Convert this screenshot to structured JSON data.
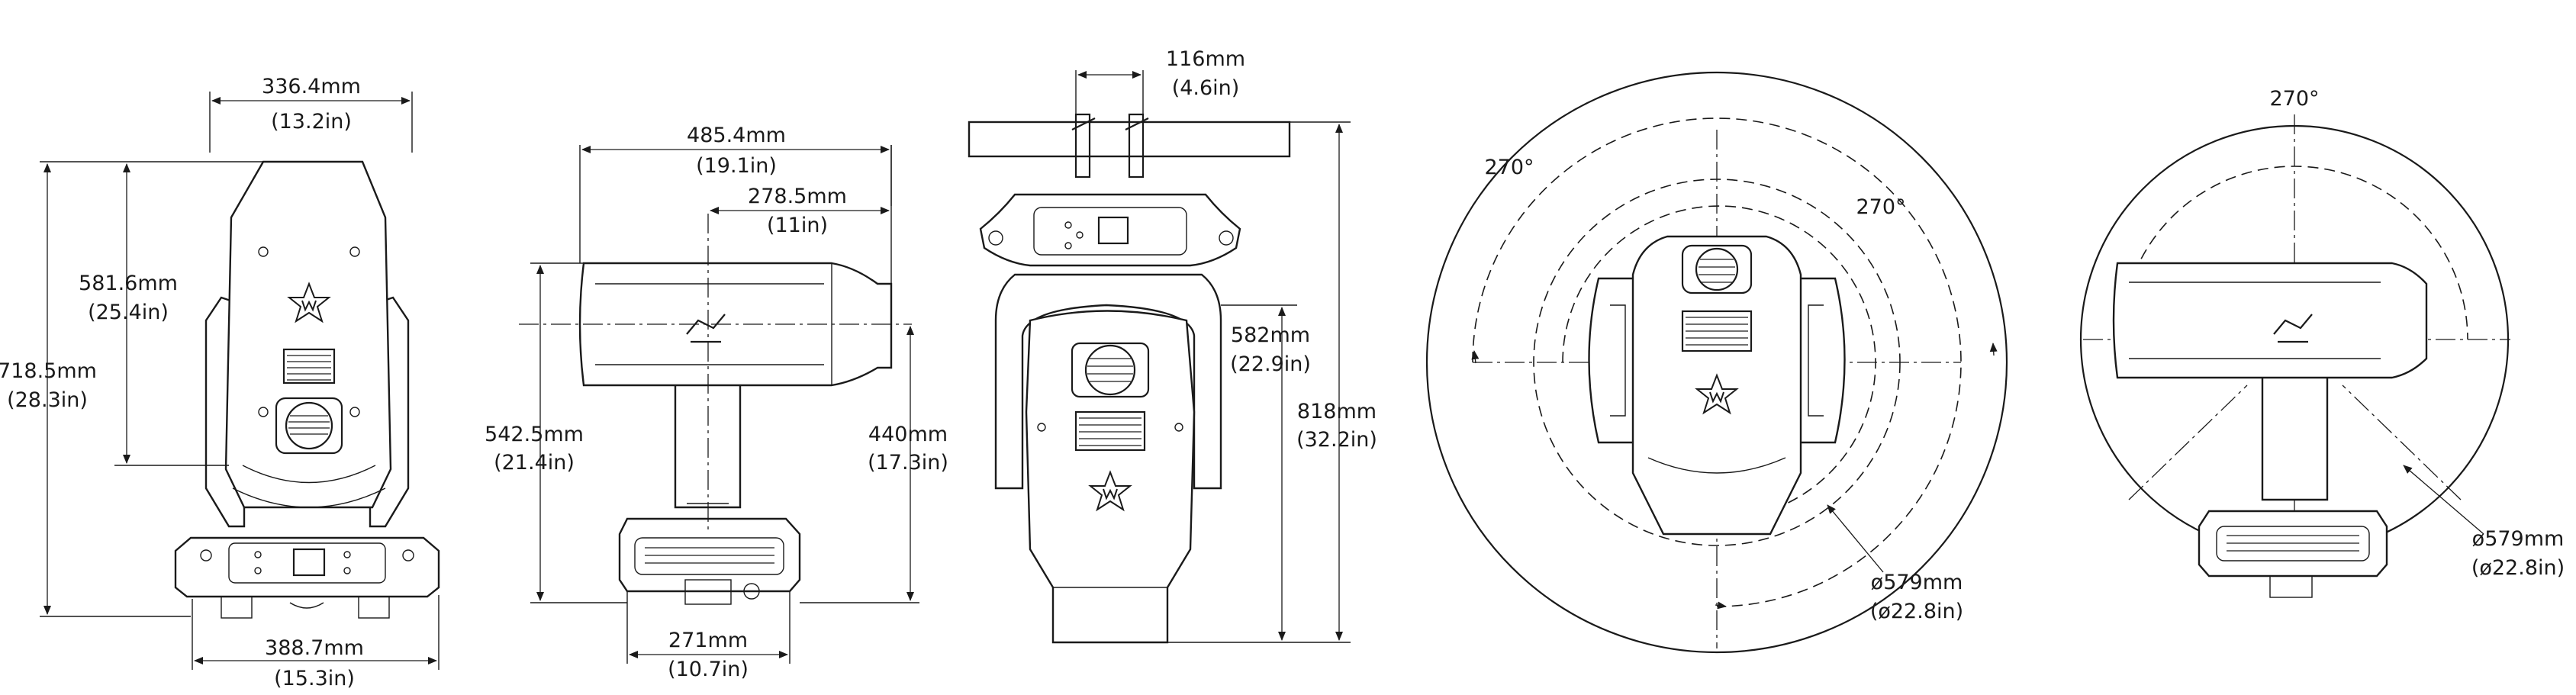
{
  "views": {
    "front": {
      "width_top": {
        "mm": "336.4mm",
        "in": "(13.2in)"
      },
      "head_height": {
        "mm": "581.6mm",
        "in": "(25.4in)"
      },
      "total_height": {
        "mm": "718.5mm",
        "in": "(28.3in)"
      },
      "base_width": {
        "mm": "388.7mm",
        "in": "(15.3in)"
      }
    },
    "side": {
      "head_length": {
        "mm": "485.4mm",
        "in": "(19.1in)"
      },
      "pivot_offset": {
        "mm": "278.5mm",
        "in": "(11in)"
      },
      "total_height": {
        "mm": "542.5mm",
        "in": "(21.4in)"
      },
      "tilt_axis_height": {
        "mm": "440mm",
        "in": "(17.3in)"
      },
      "base_depth": {
        "mm": "271mm",
        "in": "(10.7in)"
      }
    },
    "hanging": {
      "clamp_spacing": {
        "mm": "116mm",
        "in": "(4.6in)"
      },
      "axis_height": {
        "mm": "582mm",
        "in": "(22.9in)"
      },
      "total_height": {
        "mm": "818mm",
        "in": "(32.2in)"
      }
    },
    "top_pan": {
      "pan_angle_left": "270°",
      "pan_angle_right": "270°",
      "diameter": {
        "mm": "ø579mm",
        "in": "(ø22.8in)"
      }
    },
    "side_tilt": {
      "tilt_angle": "270°",
      "diameter": {
        "mm": "ø579mm",
        "in": "(ø22.8in)"
      }
    }
  },
  "icons": [
    "star-logo-icon",
    "fan-grille-icon",
    "display-screen-icon",
    "brand-logo-icon"
  ]
}
